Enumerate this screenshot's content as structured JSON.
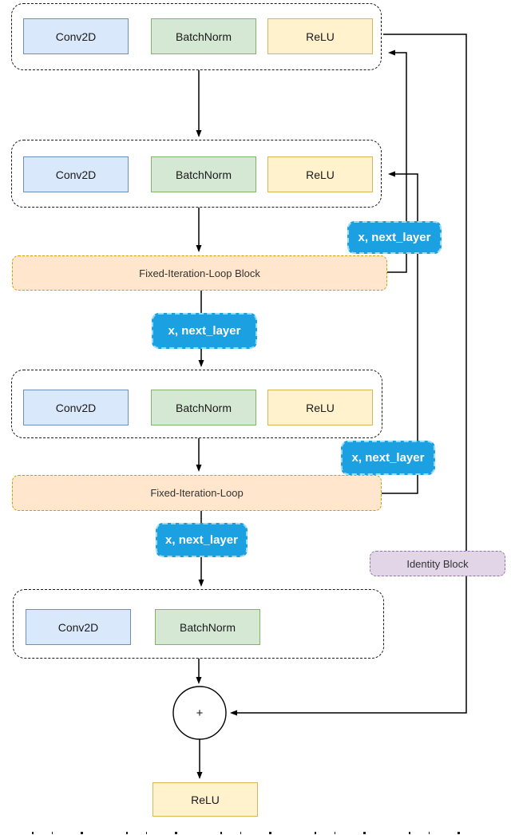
{
  "diagram": {
    "blocks": {
      "b1": {
        "layers": [
          "Conv2D",
          "BatchNorm",
          "ReLU"
        ]
      },
      "b2": {
        "layers": [
          "Conv2D",
          "BatchNorm",
          "ReLU"
        ]
      },
      "b3": {
        "layers": [
          "Conv2D",
          "BatchNorm",
          "ReLU"
        ]
      },
      "b4": {
        "layers": [
          "Conv2D",
          "BatchNorm"
        ]
      },
      "fil1": {
        "label": "Fixed-Iteration-Loop Block"
      },
      "fil2": {
        "label": "Fixed-Iteration-Loop"
      },
      "identity": {
        "label": "Identity Block"
      },
      "sum": {
        "symbol": "+"
      },
      "final_relu": {
        "label": "ReLU"
      }
    },
    "badges": {
      "loop1": "x, next_layer",
      "mid1": "x, next_layer",
      "loop2": "x, next_layer",
      "mid2": "x, next_layer"
    },
    "colors": {
      "conv_fill": "#dae8fc",
      "conv_stroke": "#6c8ebf",
      "bn_fill": "#d5e8d4",
      "bn_stroke": "#82b366",
      "relu_fill": "#fff2cc",
      "relu_stroke": "#d6b656",
      "loop_fill": "#ffe6cc",
      "loop_stroke": "#d79b00",
      "badge_fill": "#1ba1e2",
      "badge_stroke": "#9adcf8",
      "identity_fill": "#e1d5e7",
      "identity_stroke": "#9673a6",
      "line": "#000000"
    }
  }
}
